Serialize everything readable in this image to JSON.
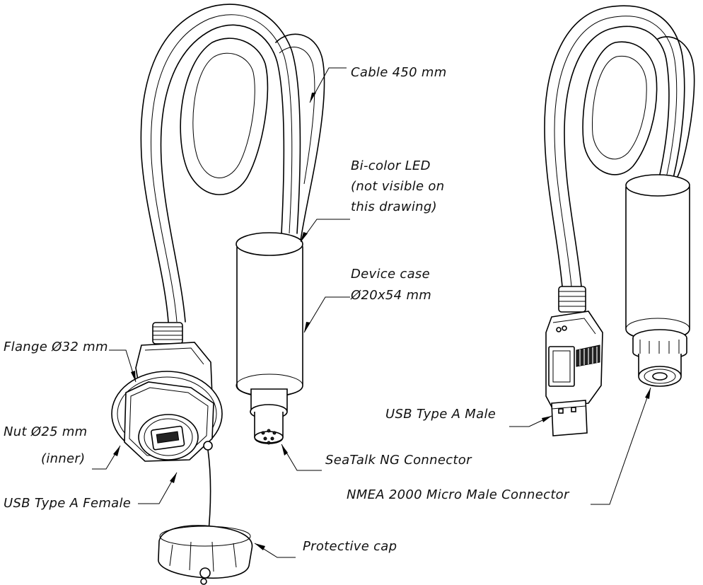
{
  "labels": {
    "cable": "Cable 450 mm",
    "led_line1": "Bi-color LED",
    "led_line2": "(not visible on",
    "led_line3": "this drawing)",
    "case_line1": "Device case",
    "case_line2": "Ø20x54 mm",
    "flange": "Flange Ø32 mm",
    "nut_line1": "Nut Ø25 mm",
    "nut_line2": "(inner)",
    "usb_female": "USB Type A Female",
    "seatalk": "SeaTalk NG Connector",
    "usb_male": "USB Type A Male",
    "nmea": "NMEA 2000 Micro Male Connector",
    "cap": "Protective cap"
  },
  "colors": {
    "line": "#000000",
    "background": "#ffffff"
  }
}
